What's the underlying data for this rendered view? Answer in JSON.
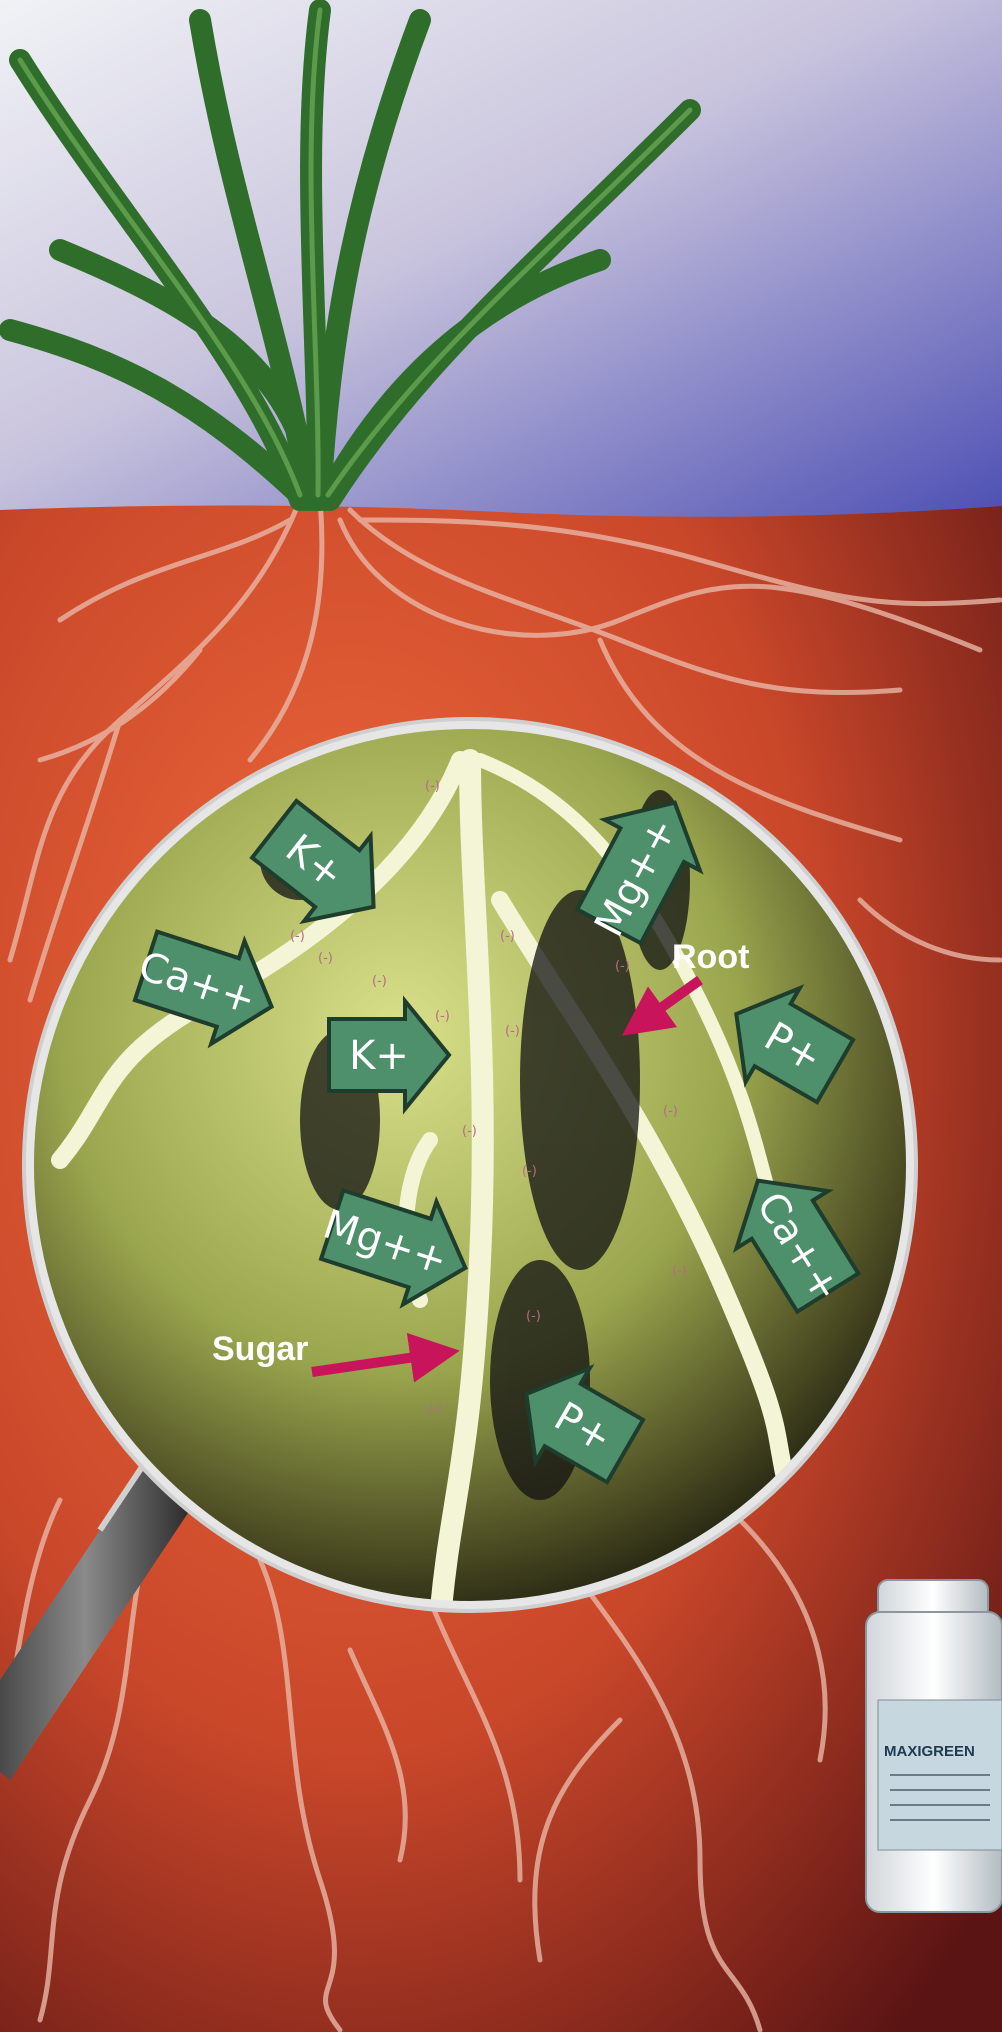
{
  "colors": {
    "sky_top": "#eef0f4",
    "sky_bottom": "#5c58b8",
    "soil": "#d9532e",
    "soil_dark": "#6b1a16",
    "grass": "#2f6e2a",
    "lens_fill": "#b9c46a",
    "ion_arrow": "#4e8f6c",
    "pointer_arrow": "#c8145a"
  },
  "diagram": {
    "label_root": "Root",
    "label_sugar": "Sugar",
    "charge_symbol": "(-)",
    "ions": [
      {
        "id": "k-plus-top",
        "text": "K+"
      },
      {
        "id": "mg-top",
        "text": "Mg++"
      },
      {
        "id": "ca-left",
        "text": "Ca++"
      },
      {
        "id": "k-plus-mid",
        "text": "K+"
      },
      {
        "id": "p-plus-right",
        "text": "P+"
      },
      {
        "id": "mg-mid",
        "text": "Mg++"
      },
      {
        "id": "ca-right",
        "text": "Ca++"
      },
      {
        "id": "p-plus-bottom",
        "text": "P+"
      }
    ]
  },
  "product": {
    "brand_text": "MAXIGREEN"
  }
}
